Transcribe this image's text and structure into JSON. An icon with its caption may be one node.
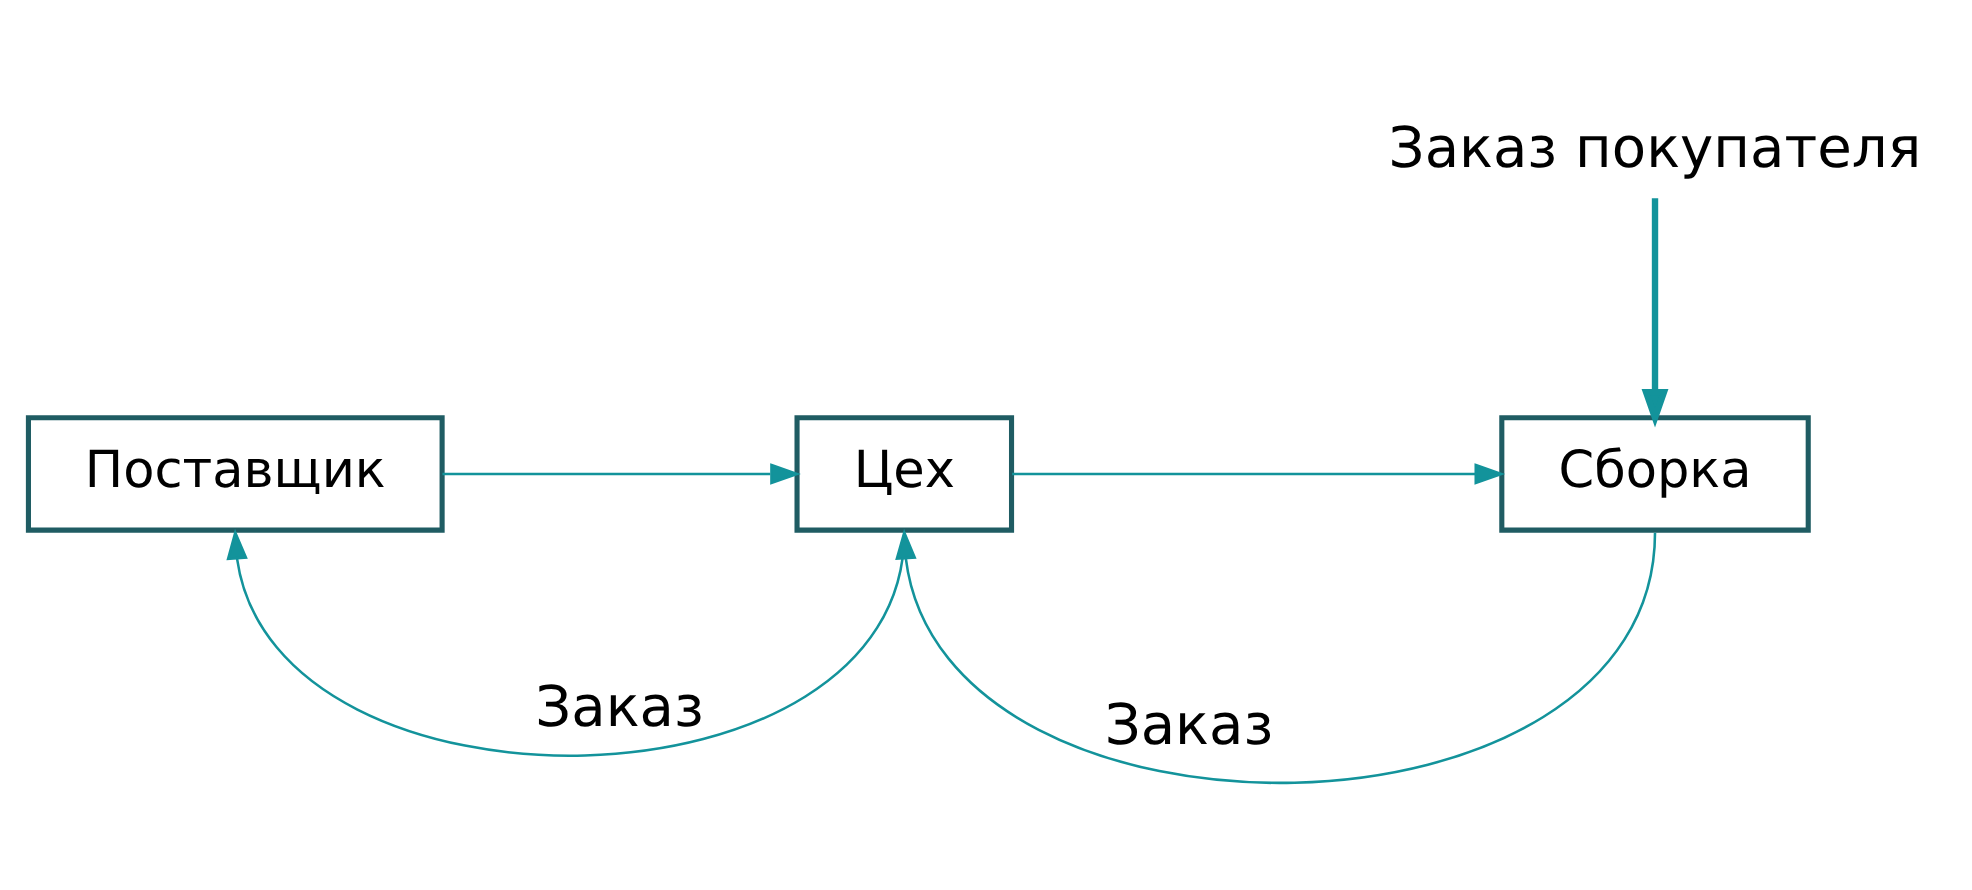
{
  "diagram": {
    "nodes": [
      {
        "text": [
          "Поставщик"
        ]
      },
      {
        "text": [
          "Цех"
        ]
      },
      {
        "text": [
          "Сборка"
        ]
      },
      {
        "text": [
          "Заказ покупателя"
        ]
      }
    ],
    "edges": [
      {
        "from": 0,
        "to": 1,
        "arrow": "to"
      },
      {
        "from": 1,
        "to": 2,
        "arrow": "to"
      },
      {
        "from": 3,
        "to": 2,
        "arrow": "to",
        "style": "thick"
      },
      {
        "from": 1,
        "to": 0,
        "arrow": "to",
        "label": "Заказ"
      },
      {
        "from": 2,
        "to": 1,
        "arrow": "to",
        "label": "Заказ"
      }
    ]
  }
}
